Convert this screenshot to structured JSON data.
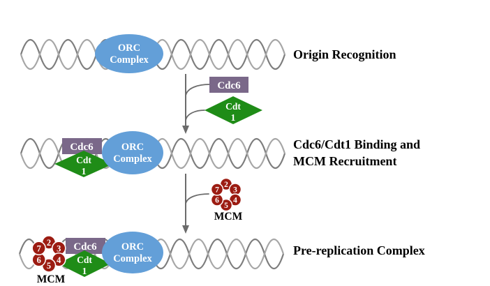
{
  "colors": {
    "dna_strand_dark": "#7d7d7d",
    "dna_strand_light": "#a6a6a6",
    "orc_blue": "#639fd8",
    "cdc6_purple": "#7a6889",
    "cdt1_green": "#1f8c17",
    "mcm_red": "#9c1c12",
    "arrow_gray": "#6b6b6b",
    "label_black": "#000000"
  },
  "molecules": {
    "orc": {
      "line1": "ORC",
      "line2": "Complex"
    },
    "cdc6": {
      "label": "Cdc6"
    },
    "cdt1": {
      "line1": "Cdt",
      "line2": "1"
    },
    "mcm": {
      "label": "MCM",
      "subunits": [
        "2",
        "3",
        "4",
        "5",
        "6",
        "7"
      ]
    }
  },
  "stages": [
    {
      "label": "Origin Recognition"
    },
    {
      "label_line1": "Cdc6/Cdt1 Binding and",
      "label_line2": "MCM Recruitment"
    },
    {
      "label": "Pre-replication Complex"
    }
  ]
}
